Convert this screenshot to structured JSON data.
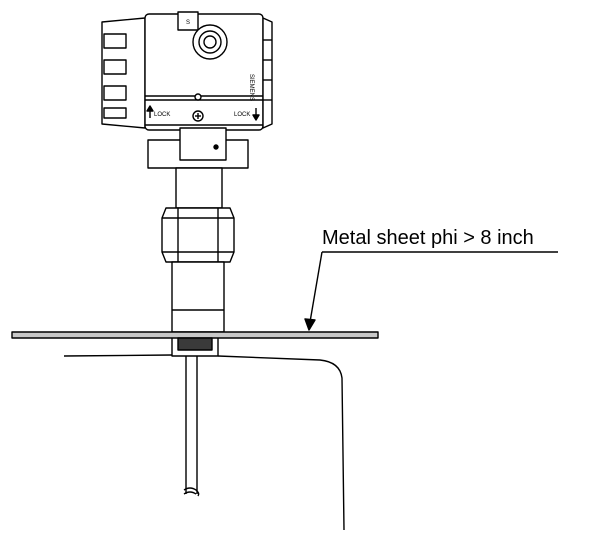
{
  "callout": {
    "text": "Metal sheet phi > 8 inch"
  },
  "housing_labels": {
    "cover_tag": "S",
    "lock_left": "LOCK",
    "lock_right": "LOCK",
    "side_text": "SIEMENS"
  },
  "colors": {
    "line": "#000000",
    "sheet_fill": "#c8c8c8",
    "fitting_fill": "#3a3a3a"
  }
}
